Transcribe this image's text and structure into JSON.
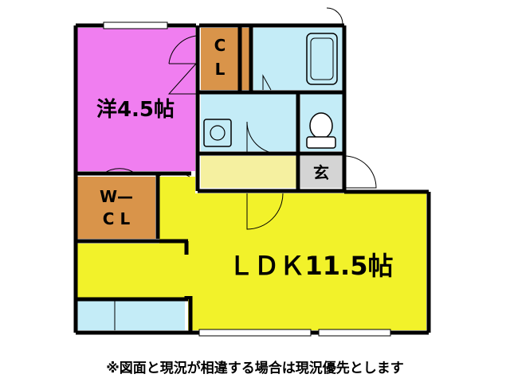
{
  "rooms": {
    "western": "洋4.5帖",
    "closet_line1": "C",
    "closet_line2": "L",
    "walkin_line1": "W—",
    "walkin_line2": "C L",
    "entrance": "玄",
    "ldk": "ＬＤＫ11.5帖"
  },
  "note": "※図面と現況が相違する場合は現況優先とします",
  "colors": {
    "western": "#f07ef0",
    "closet": "#d9944a",
    "ldk": "#f2f22a",
    "bath": "#c4ecf7",
    "toilet": "#c4ecf7",
    "hallway": "#f5f0a0",
    "entrance": "#d4d4d4",
    "wall": "#000000"
  }
}
